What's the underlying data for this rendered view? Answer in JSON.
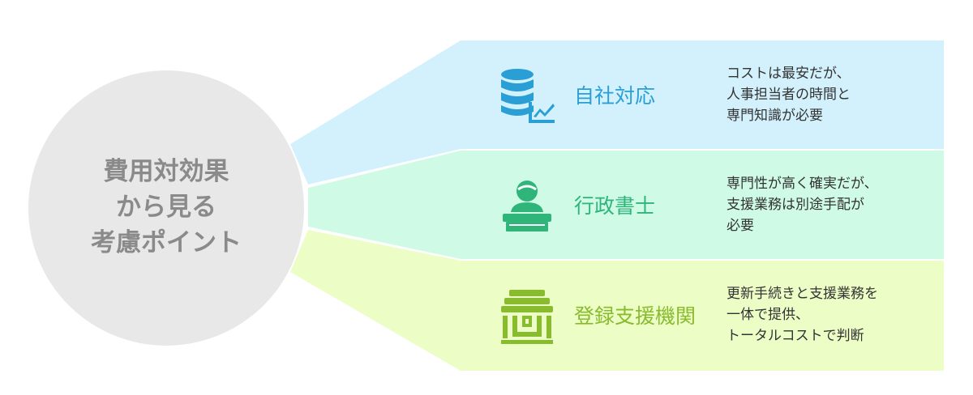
{
  "center": {
    "lines": [
      "費用対効果",
      "から見る",
      "考慮ポイント"
    ]
  },
  "rows": [
    {
      "label": "自社対応",
      "desc": [
        "コストは最安だが、",
        "人事担当者の時間と",
        "専門知識が必要"
      ],
      "icon": "database-chart-icon",
      "bg_color": "#d3f1fc",
      "accent_color": "#2a9fd6"
    },
    {
      "label": "行政書士",
      "desc": [
        "専門性が高く確実だが、",
        "支援業務は別途手配が",
        "必要"
      ],
      "icon": "person-at-desk-icon",
      "bg_color": "#cffbe6",
      "accent_color": "#2fb57a"
    },
    {
      "label": "登録支援機関",
      "desc": [
        "更新手続きと支援業務を",
        "一体で提供、",
        "トータルコストで判断"
      ],
      "icon": "institution-icon",
      "bg_color": "#ecfdc6",
      "accent_color": "#89bb2e"
    }
  ]
}
